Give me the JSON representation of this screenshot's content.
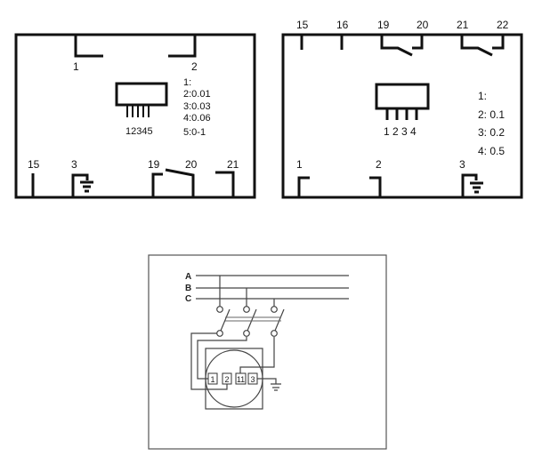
{
  "left_panel": {
    "top_terminals": [
      "1",
      "2"
    ],
    "pin_label": "12345",
    "legend": [
      "1:",
      "2:0.01",
      "3:0.03",
      "4:0.06",
      "5:0-1"
    ],
    "bottom_terminals": [
      "15",
      "3",
      "19",
      "20",
      "21"
    ]
  },
  "right_panel": {
    "top_terminals": [
      "15",
      "16",
      "19",
      "20",
      "21",
      "22"
    ],
    "pin_label": "1 2 3 4",
    "legend": [
      "1:",
      "2: 0.1",
      "3: 0.2",
      "4: 0.5"
    ],
    "bottom_terminals": [
      "1",
      "2",
      "3"
    ]
  },
  "wiring": {
    "phases": [
      "A",
      "B",
      "C"
    ],
    "terminals": [
      "1",
      "2",
      "11",
      "3"
    ]
  }
}
